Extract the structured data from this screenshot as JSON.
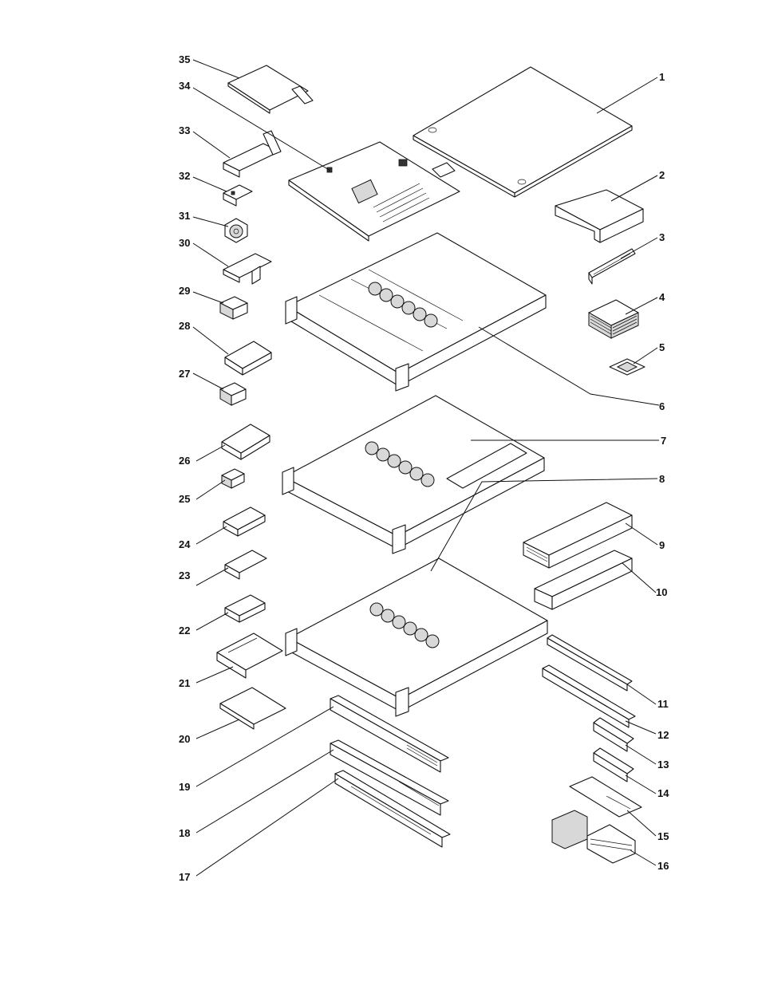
{
  "diagram": {
    "type": "exploded-parts-view",
    "callouts": [
      "1",
      "2",
      "3",
      "4",
      "5",
      "6",
      "7",
      "8",
      "9",
      "10",
      "11",
      "12",
      "13",
      "14",
      "15",
      "16",
      "17",
      "18",
      "19",
      "20",
      "21",
      "22",
      "23",
      "24",
      "25",
      "26",
      "27",
      "28",
      "29",
      "30",
      "31",
      "32",
      "33",
      "34",
      "35"
    ]
  }
}
